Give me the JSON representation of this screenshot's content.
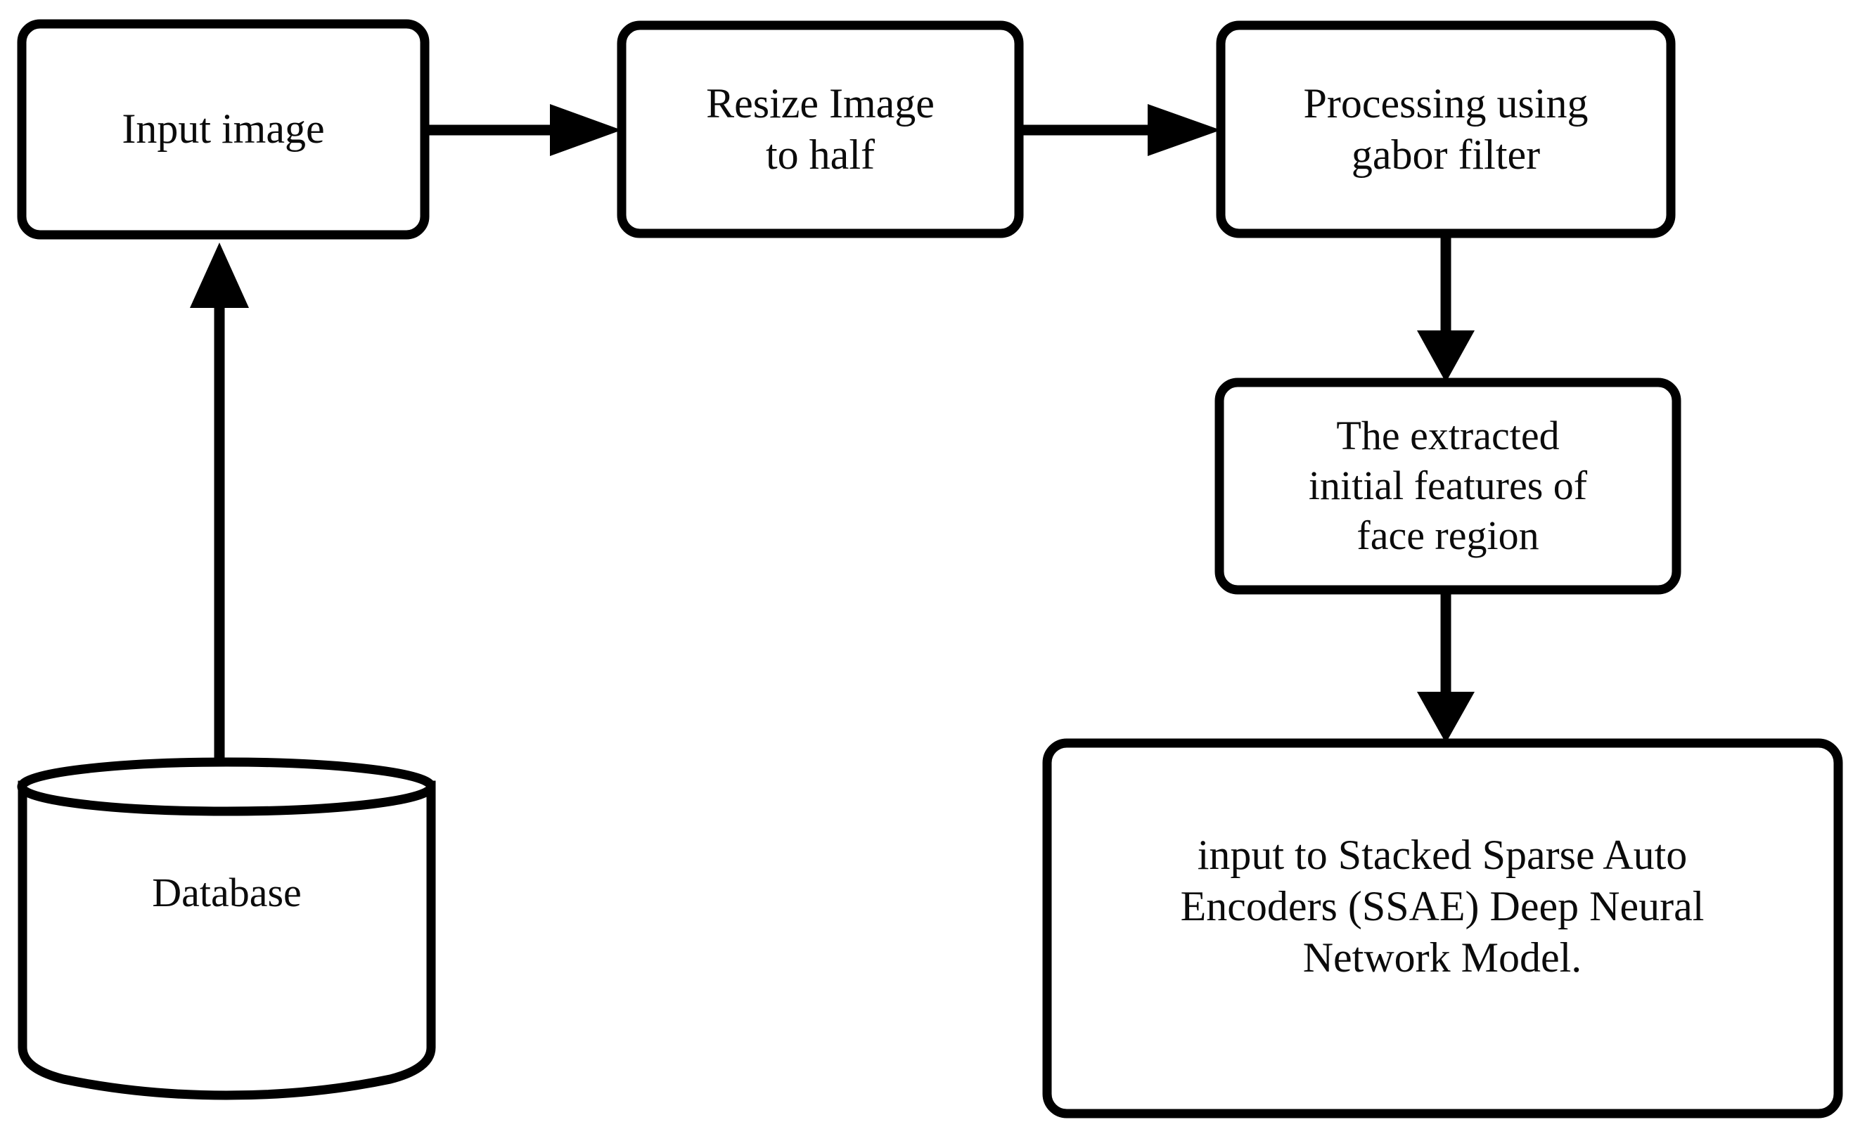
{
  "diagram": {
    "title": "Face recognition preprocessing and SSAE pipeline flowchart",
    "background_color": "#ffffff",
    "stroke_color": "#000000",
    "text_color": "#0b0b0b",
    "nodes": [
      {
        "id": "input-image",
        "shape": "rounded-rectangle",
        "label": "Input image"
      },
      {
        "id": "resize-image",
        "shape": "rounded-rectangle",
        "label": "Resize Image\nto half"
      },
      {
        "id": "gabor-filter",
        "shape": "rounded-rectangle",
        "label": "Processing using\ngabor filter"
      },
      {
        "id": "extracted-features",
        "shape": "rounded-rectangle",
        "label": "The extracted\ninitial features of\nface region"
      },
      {
        "id": "ssae-model",
        "shape": "rounded-rectangle",
        "label": "input to Stacked Sparse Auto\nEncoders (SSAE) Deep Neural\nNetwork Model."
      },
      {
        "id": "database",
        "shape": "cylinder",
        "label": "Database"
      }
    ],
    "edges": [
      {
        "id": "edge-input-to-resize",
        "from": "input-image",
        "to": "resize-image",
        "direction": "right"
      },
      {
        "id": "edge-resize-to-gabor",
        "from": "resize-image",
        "to": "gabor-filter",
        "direction": "right"
      },
      {
        "id": "edge-gabor-to-features",
        "from": "gabor-filter",
        "to": "extracted-features",
        "direction": "down"
      },
      {
        "id": "edge-features-to-ssae",
        "from": "extracted-features",
        "to": "ssae-model",
        "direction": "down"
      },
      {
        "id": "edge-database-to-input",
        "from": "database",
        "to": "input-image",
        "direction": "up"
      }
    ]
  }
}
